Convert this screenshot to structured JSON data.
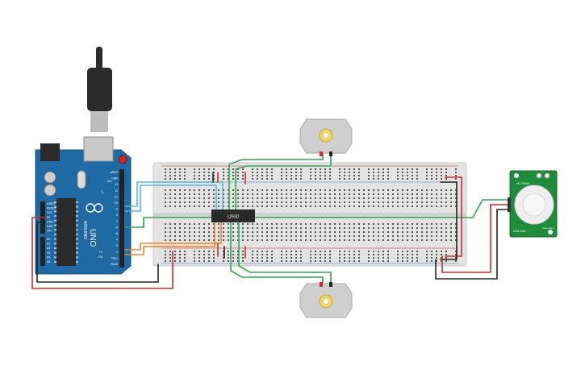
{
  "arduino": {
    "brand": "ARDUINO",
    "model": "UNO",
    "header_labels": [
      "AREF",
      "GND",
      "13",
      "12",
      "~11",
      "~10",
      "~9",
      "8",
      "7",
      "~6",
      "~5",
      "4",
      "~3",
      "2",
      "TX▸1",
      "RX◂0"
    ],
    "power_labels": [
      "IOREF",
      "RESET",
      "3.3V",
      "5V",
      "GND",
      "GND",
      "VIN"
    ],
    "analog_labels": [
      "A0",
      "A1",
      "A2",
      "A3",
      "A4",
      "A5"
    ],
    "section_digital": "DIGITAL (PWM~)",
    "section_power": "POWER",
    "section_analog": "ANALOG IN",
    "led_label": "L",
    "tx_label": "TX",
    "rx_label": "RX",
    "on_label": "ON"
  },
  "driver_ic": {
    "label": "L293D"
  },
  "pir_sensor": {
    "top_label": "HC-SR501",
    "bottom_label_left": "CDS-HA5",
    "bottom_label_right": "Time Sens"
  },
  "colors": {
    "arduino_board": "#1f6aa5",
    "breadboard": "#e3e3e3",
    "wire_red": "#d22a2a",
    "wire_black": "#222222",
    "wire_green": "#2fa84f",
    "wire_cyan": "#55b9d6",
    "wire_orange": "#e68a2e",
    "pir_board": "#1e8c3a",
    "motor_body": "#cfcfcf",
    "motor_shaft": "#f1d36b"
  }
}
